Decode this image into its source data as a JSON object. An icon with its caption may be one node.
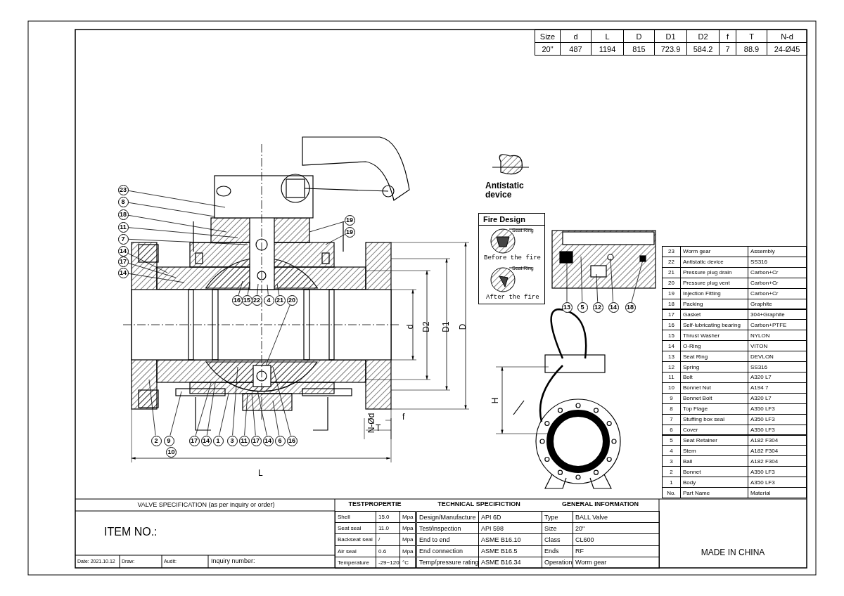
{
  "diagram": {
    "nodes": [
      {
        "text": [
          "23"
        ]
      },
      {
        "text": [
          "8"
        ]
      },
      {
        "text": [
          "18"
        ]
      },
      {
        "text": [
          "11"
        ]
      },
      {
        "text": [
          "7"
        ]
      },
      {
        "text": [
          "14"
        ]
      },
      {
        "text": [
          "17"
        ]
      },
      {
        "text": [
          "14"
        ]
      },
      {
        "text": [
          "19"
        ]
      },
      {
        "text": [
          "19"
        ]
      },
      {
        "text": [
          "16"
        ]
      },
      {
        "text": [
          "15"
        ]
      },
      {
        "text": [
          "22"
        ]
      },
      {
        "text": [
          "4"
        ]
      },
      {
        "text": [
          "21"
        ]
      },
      {
        "text": [
          "20"
        ]
      },
      {
        "text": [
          "2"
        ]
      },
      {
        "text": [
          "9"
        ]
      },
      {
        "text": [
          "17"
        ]
      },
      {
        "text": [
          "14"
        ]
      },
      {
        "text": [
          "1"
        ]
      },
      {
        "text": [
          "3"
        ]
      },
      {
        "text": [
          "11"
        ]
      },
      {
        "text": [
          "17"
        ]
      },
      {
        "text": [
          "14"
        ]
      },
      {
        "text": [
          "6"
        ]
      },
      {
        "text": [
          "16"
        ]
      },
      {
        "text": [
          "13"
        ]
      },
      {
        "text": [
          "5"
        ]
      },
      {
        "text": [
          "12"
        ]
      },
      {
        "text": [
          "14"
        ]
      },
      {
        "text": [
          "18"
        ]
      },
      {
        "text": [
          "Fire Design"
        ]
      },
      {
        "text": [],
        "shape": "picture"
      }
    ],
    "edges": [
      {
        "from": 0,
        "to": null,
        "arrow": "none"
      },
      {
        "from": 1,
        "to": null,
        "arrow": "none"
      },
      {
        "from": 2,
        "to": null,
        "arrow": "none"
      },
      {
        "from": 3,
        "to": null,
        "arrow": "none"
      },
      {
        "from": 4,
        "to": null,
        "arrow": "none"
      },
      {
        "from": 5,
        "to": null,
        "arrow": "none"
      },
      {
        "from": 6,
        "to": null,
        "arrow": "none"
      },
      {
        "from": 7,
        "to": null,
        "arrow": "none"
      },
      {
        "from": 8,
        "to": null,
        "arrow": "none"
      },
      {
        "from": 9,
        "to": null,
        "arrow": "none"
      },
      {
        "from": 10,
        "to": null,
        "arrow": "none"
      },
      {
        "from": 11,
        "to": null,
        "arrow": "none"
      },
      {
        "from": 12,
        "to": null,
        "arrow": "none"
      },
      {
        "from": 13,
        "to": null,
        "arrow": "none"
      },
      {
        "from": 14,
        "to": null,
        "arrow": "none"
      },
      {
        "from": 15,
        "to": null,
        "arrow": "none"
      },
      {
        "from": 16,
        "to": null,
        "arrow": "none"
      },
      {
        "from": 17,
        "to": null,
        "arrow": "none"
      },
      {
        "from": 18,
        "to": null,
        "arrow": "none"
      },
      {
        "from": 19,
        "to": null,
        "arrow": "none"
      },
      {
        "from": 20,
        "to": null,
        "arrow": "none"
      },
      {
        "from": 21,
        "to": null,
        "arrow": "none"
      },
      {
        "from": 22,
        "to": null,
        "arrow": "none"
      },
      {
        "from": 23,
        "to": null,
        "arrow": "none"
      },
      {
        "from": 24,
        "to": null,
        "arrow": "none"
      },
      {
        "from": 25,
        "to": null,
        "arrow": "none"
      },
      {
        "from": 26,
        "to": null,
        "arrow": "none"
      },
      {
        "from": 27,
        "to": 33,
        "arrow": "none"
      },
      {
        "from": 28,
        "to": 33,
        "arrow": "none"
      },
      {
        "from": 29,
        "to": 33,
        "arrow": "none"
      },
      {
        "from": 30,
        "to": 33,
        "arrow": "none"
      },
      {
        "from": 31,
        "to": 33,
        "arrow": "none"
      }
    ],
    "labels": [
      "Size",
      "d",
      "L",
      "D",
      "D1",
      "D2",
      "f",
      "T",
      "N-d",
      "20\"",
      "487",
      "1194",
      "815",
      "723.9",
      "584.2",
      "7",
      "88.9",
      "24-Ø45",
      "Antistatic device",
      "d",
      "D2",
      "D1",
      "D",
      "H",
      "N-Ød",
      "T",
      "f",
      "L",
      "Seat Ring",
      "Before the fire",
      "Seat Ring",
      "After the fire",
      "10",
      "23",
      "Worm gear",
      "Assembly",
      "22",
      "Antistatic device",
      "SS316",
      "21",
      "Pressure plug drain",
      "Carbon+Cr",
      "20",
      "Pressure plug vent",
      "Carbon+Cr",
      "19",
      "Injection Fitting",
      "Carbon+Cr",
      "18",
      "Packing",
      "Graphite",
      "17",
      "Gasket",
      "304+Graphite",
      "16",
      "Self-lubricating bearing",
      "Carbon+PTFE",
      "15",
      "Thrust Washer",
      "NYLON",
      "14",
      "O-Ring",
      "VITON",
      "13",
      "Seat Ring",
      "DEVLON",
      "12",
      "Spring",
      "SS316",
      "11",
      "Bolt",
      "A320 L7",
      "10",
      "Bonnet Nut",
      "A194 7",
      "9",
      "Bonnet Bolt",
      "A320 L7",
      "8",
      "Top Flage",
      "A350 LF3",
      "7",
      "Stuffing box seal",
      "A350 LF3",
      "6",
      "Cover",
      "A350 LF3",
      "5",
      "Seat Retainer",
      "A182 F304",
      "4",
      "Stem",
      "A182 F304",
      "3",
      "Ball",
      "A182 F304",
      "2",
      "Bonnet",
      "A350 LF3",
      "1",
      "Body",
      "A350 LF3",
      "No.",
      "Part Name",
      "Material",
      "VALVE SPECIFICATION (as per inquiry or order)",
      "ITEM NO.:",
      "Date: 2021.10.12",
      "Draw:",
      "Audit:",
      "Inquiry number:",
      "TESTPROPERTIE",
      "Shell",
      "15.0",
      "Mpa",
      "Seat seal",
      "11.0",
      "Mpa",
      "Backseat seal",
      "/",
      "Mpa",
      "Air seal",
      "0.6",
      "Mpa",
      "Temperature",
      "-29~120",
      "°C",
      "TECHNICAL SPECIFICTION",
      "Design/Manufacture",
      "API 6D",
      "Test/inspection",
      "API 598",
      "End to end",
      "ASME B16.10",
      "End connection",
      "ASME B16.5",
      "Temp/pressure rating",
      "ASME B16.34",
      "GENERAL INFORMATION",
      "Type",
      "BALL Valve",
      "Size",
      "20\"",
      "Class",
      "CL600",
      "Ends",
      "RF",
      "Operation",
      "Worm gear",
      "MADE IN CHINA"
    ]
  }
}
